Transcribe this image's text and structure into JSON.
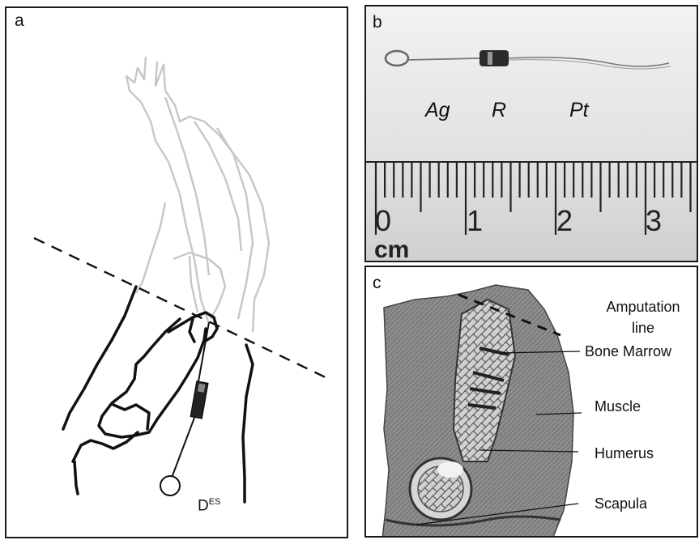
{
  "panels": {
    "a": {
      "letter": "a",
      "electrode_label": "D",
      "electrode_superscript": "ES"
    },
    "b": {
      "letter": "b",
      "component_labels": [
        "Ag",
        "R",
        "Pt"
      ],
      "ruler_numbers": [
        "0",
        "1",
        "2",
        "3"
      ],
      "ruler_unit": "cm"
    },
    "c": {
      "letter": "c",
      "labels": [
        "Amputation line",
        "Bone Marrow",
        "Muscle",
        "Humerus",
        "Scapula"
      ]
    }
  },
  "colors": {
    "ink": "#111111",
    "faded_arm": "#c8c8c8",
    "photo_bg": "#d9d9d9",
    "tissue": "#8a8a8a"
  }
}
